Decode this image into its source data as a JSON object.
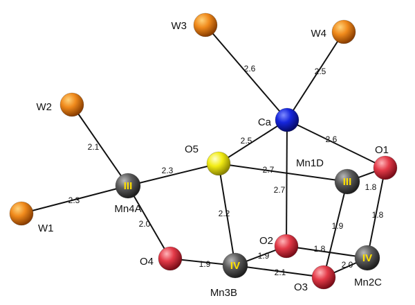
{
  "colors": {
    "water": "#e07a10",
    "calcium": "#1220d0",
    "oxygen_o5": "#f0ea10",
    "oxygen": "#e23a46",
    "manganese": "#5a5a5a",
    "oxidation_text": "#ffe000"
  },
  "atoms": {
    "W1": {
      "label": "W1",
      "element": "water"
    },
    "W2": {
      "label": "W2",
      "element": "water"
    },
    "W3": {
      "label": "W3",
      "element": "water"
    },
    "W4": {
      "label": "W4",
      "element": "water"
    },
    "Ca": {
      "label": "Ca",
      "element": "calcium"
    },
    "O5": {
      "label": "O5",
      "element": "oxygen_o5"
    },
    "O1": {
      "label": "O1",
      "element": "oxygen"
    },
    "O2": {
      "label": "O2",
      "element": "oxygen"
    },
    "O3": {
      "label": "O3",
      "element": "oxygen"
    },
    "O4": {
      "label": "O4",
      "element": "oxygen"
    },
    "Mn4A": {
      "label": "Mn4A",
      "element": "manganese",
      "oxidation": "III"
    },
    "Mn3B": {
      "label": "Mn3B",
      "element": "manganese",
      "oxidation": "IV"
    },
    "Mn2C": {
      "label": "Mn2C",
      "element": "manganese",
      "oxidation": "IV"
    },
    "Mn1D": {
      "label": "Mn1D",
      "element": "manganese",
      "oxidation": "III"
    }
  },
  "bonds": [
    {
      "a": "W3",
      "b": "Ca",
      "distance": "2.6"
    },
    {
      "a": "W4",
      "b": "Ca",
      "distance": "2.5"
    },
    {
      "a": "W2",
      "b": "Mn4A",
      "distance": "2.1"
    },
    {
      "a": "W1",
      "b": "Mn4A",
      "distance": "2.3"
    },
    {
      "a": "Mn4A",
      "b": "O5",
      "distance": "2.3"
    },
    {
      "a": "Mn4A",
      "b": "O4",
      "distance": "2.0"
    },
    {
      "a": "O5",
      "b": "Ca",
      "distance": "2.5"
    },
    {
      "a": "Ca",
      "b": "O1",
      "distance": "2.6"
    },
    {
      "a": "Ca",
      "b": "O2",
      "distance": "2.7"
    },
    {
      "a": "O5",
      "b": "Mn1D",
      "distance": "2.7"
    },
    {
      "a": "O5",
      "b": "Mn3B",
      "distance": "2.2"
    },
    {
      "a": "Mn1D",
      "b": "O1",
      "distance": "1.8"
    },
    {
      "a": "O1",
      "b": "Mn2C",
      "distance": "1.8"
    },
    {
      "a": "Mn1D",
      "b": "O3",
      "distance": "1.9"
    },
    {
      "a": "O2",
      "b": "Mn2C",
      "distance": "1.8"
    },
    {
      "a": "O2",
      "b": "Mn3B",
      "distance": "1.9"
    },
    {
      "a": "O4",
      "b": "Mn3B",
      "distance": "1.9"
    },
    {
      "a": "Mn3B",
      "b": "O3",
      "distance": "2.1"
    },
    {
      "a": "Mn2C",
      "b": "O3",
      "distance": "2.0"
    }
  ]
}
